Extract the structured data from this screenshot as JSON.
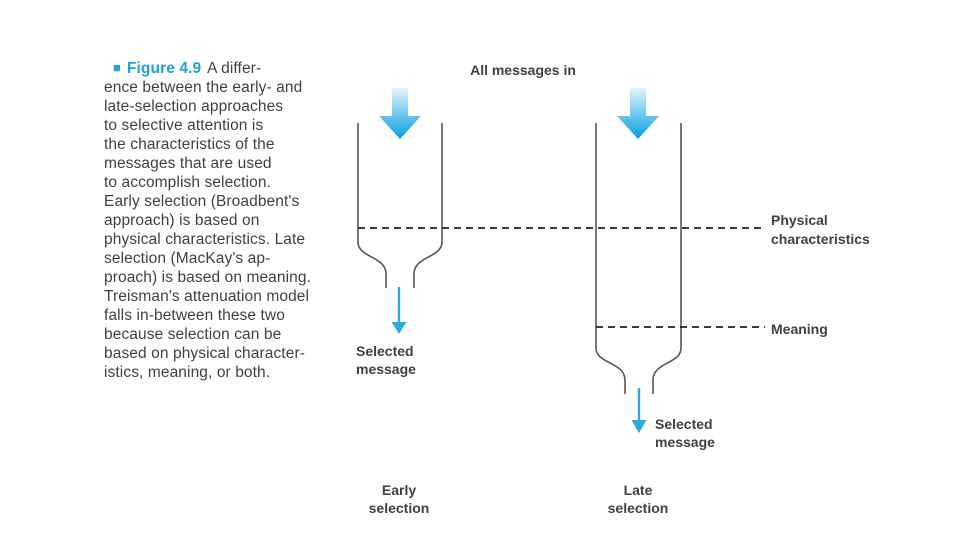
{
  "colors": {
    "accent_blue": "#239fdb",
    "arrow_blue": "#29abe2",
    "arrow_gradient_top": "#e2f4fc",
    "arrow_gradient_bottom": "#00a0e0",
    "funnel_line_gray": "#55565a",
    "dash_black": "#231f20",
    "text_dark": "#414042"
  },
  "caption": {
    "figure_marker": "■",
    "figure_label": "Figure 4.9",
    "first_line_rest": "A differ-",
    "lines": [
      "ence between the early- and",
      "late-selection approaches",
      "to selective attention is",
      "the characteristics of the",
      "messages that are used",
      "to accomplish selection.",
      "Early selection (Broadbent's",
      "approach) is based on",
      "physical characteristics. Late",
      "selection (MacKay's ap-",
      "proach) is based on meaning.",
      "Treisman's attenuation model",
      "falls in-between these two",
      "because selection can be",
      "based on physical character-",
      "istics, meaning, or both."
    ]
  },
  "diagram": {
    "top_label": "All messages in",
    "physical_label": [
      "Physical",
      "characteristics"
    ],
    "meaning_label": [
      "Meaning"
    ],
    "left_funnel": {
      "selected_label": [
        "Selected",
        "message"
      ],
      "bottom_label": [
        "Early",
        "selection"
      ]
    },
    "right_funnel": {
      "selected_label": [
        "Selected",
        "message"
      ],
      "bottom_label": [
        "Late",
        "selection"
      ]
    }
  }
}
